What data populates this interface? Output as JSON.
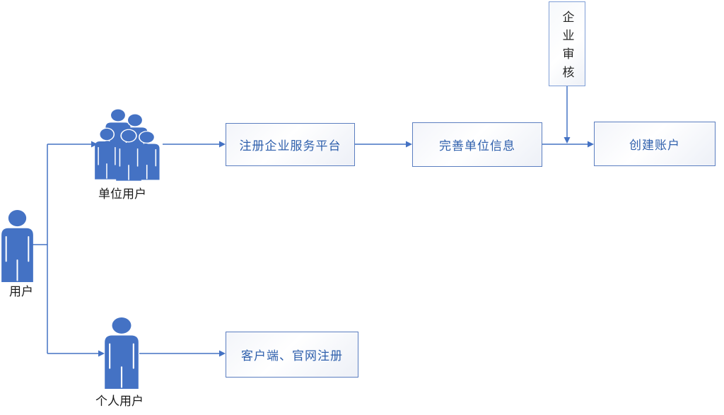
{
  "diagram": {
    "boxes": {
      "audit": {
        "label": "企业审核"
      },
      "register": {
        "label": "注册企业服务平台"
      },
      "complete": {
        "label": "完善单位信息"
      },
      "create": {
        "label": "创建账户"
      },
      "client": {
        "label": "客户端、官网注册"
      }
    },
    "actors": {
      "user": {
        "label": "用户"
      },
      "unit_user": {
        "label": "单位用户"
      },
      "personal_user": {
        "label": "个人用户"
      }
    },
    "colors": {
      "accent": "#4472C4",
      "box_border": "#5B7EC0",
      "box_text": "#2E5FAC",
      "label_text": "#1A1A1A"
    }
  }
}
